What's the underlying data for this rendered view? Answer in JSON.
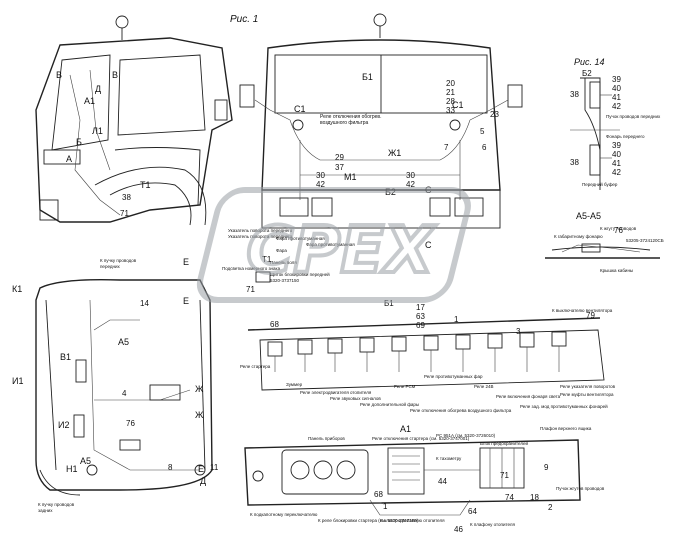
{
  "titles": {
    "fig1": "Рис. 1",
    "fig14": "Рис. 14",
    "section_a5": "А5-А5",
    "section_a1": "А1"
  },
  "watermark": {
    "text": "CPEX"
  },
  "view_letters": {
    "side": [
      "В",
      "В",
      "Д",
      "А1",
      "Л1",
      "Б",
      "А",
      "Т1",
      "71",
      "38"
    ],
    "front": [
      "Б1",
      "С1",
      "С1",
      "М1",
      "Б2",
      "Ж1",
      "С",
      "С",
      "Т1",
      "71"
    ],
    "cab_plan": [
      "К1",
      "В1",
      "И1",
      "И2",
      "Н1",
      "А5",
      "А5",
      "Ж",
      "Ж",
      "Е",
      "Е",
      "Е",
      "Д"
    ]
  },
  "numbers": {
    "front_right": [
      "20",
      "21",
      "28",
      "33",
      "23",
      "5",
      "6",
      "7"
    ],
    "front_mid": [
      "29",
      "37",
      "30",
      "42",
      "30",
      "42"
    ],
    "fig14": [
      "Б2",
      "38",
      "39",
      "40",
      "41",
      "42",
      "38",
      "39",
      "40",
      "41",
      "42",
      "76"
    ],
    "cab_plan": [
      "14",
      "4",
      "76",
      "8",
      "11"
    ],
    "panel_top": [
      "Б1",
      "17",
      "63",
      "69",
      "68",
      "1",
      "3",
      "79"
    ],
    "panel_bottom": [
      "68",
      "1",
      "44",
      "71",
      "18",
      "74",
      "64",
      "46",
      "9",
      "2"
    ]
  },
  "callouts": {
    "front_bottom": [
      "Указатель поворота переднего",
      "Фара противотуманная",
      "Фара противотуманная",
      "Подсветка номерного знака",
      "Фара",
      "Указатель поворота переднего",
      "Панель поля",
      "Щиток блокировки передней",
      "5320-3737150"
    ],
    "cab_side": [
      "Реле отключения обогрев.",
      "воздушного фильтра"
    ],
    "cab_plan": [
      "К пучку проводов",
      "передних",
      "К пучку проводов",
      "задних"
    ],
    "a5": [
      "К габаритному фонарю",
      "К жгуту проводов",
      "53205-3724120СБ",
      "Крышка кабины"
    ],
    "panel_top": [
      "К выключателю вентилятора",
      "Реле стартера",
      "Зуммер",
      "Реле электродвигателя отопителя",
      "Реле звуковых сигналов",
      "Реле дополнительной фары",
      "Реле РСМ",
      "Реле противотуманных фар",
      "Реле отключения обогрева воздушного фильтра",
      "Реле 24В",
      "Реле включения фонаря света",
      "Реле зад. мод противотуманных фонарей",
      "Реле муфты вентилятора",
      "Реле указателя поворотов"
    ],
    "panel_bottom": [
      "Панель приборов",
      "Реле отключения стартера (см. 5320-3747001)",
      "РС 951А (см. 5320-3726010)",
      "К тахометру",
      "Блок предохранителей",
      "Плафон верхнего ящика",
      "К подкапотному переключателю",
      "К реле блокировки стартера (см. 5320-3747180)",
      "К электродвигателю отопителя",
      "К плафону отопителя",
      "Пучок жгутов проводов"
    ],
    "fig14": [
      "Пучок проводов передних",
      "Фонарь переднего",
      "Передний буфер"
    ]
  },
  "colors": {
    "line": "#222222",
    "watermark": "#9aa0a6"
  }
}
